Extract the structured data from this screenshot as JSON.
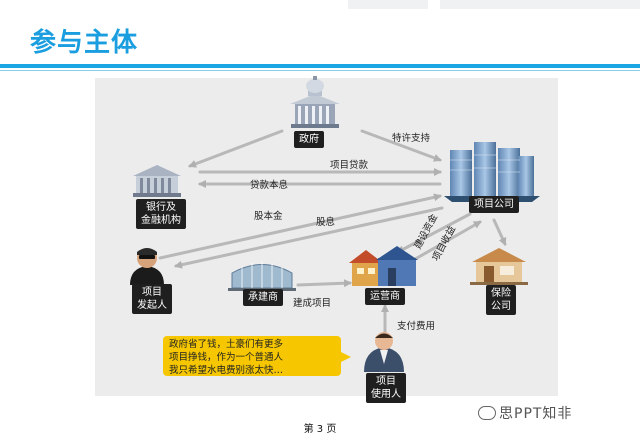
{
  "title": "参与主体",
  "nodes": {
    "government": "政府",
    "bank": "银行及\n金融机构",
    "project_company": "项目公司",
    "sponsor": "项目\n发起人",
    "contractor": "承建商",
    "operator": "运营商",
    "insurance": "保险\n公司",
    "user": "项目\n使用人"
  },
  "edges": {
    "franchise": "特许支持",
    "loan": "项目贷款",
    "repay": "贷款本息",
    "equity": "股本金",
    "dividend": "股息",
    "construction_fund": "建设资金",
    "project_revenue": "项目收益",
    "build_project": "建成项目",
    "pay_fee": "支付费用"
  },
  "speech": "政府省了钱，土豪们有更多\n项目挣钱，作为一个普通人\n我只希望水电费别涨太快…",
  "footer": {
    "page": "第 3 页",
    "watermark": "思PPT知非"
  },
  "colors": {
    "accent": "#1a9ee0",
    "arrow": "#b5b5b5",
    "label_bg": "#1f1f1f",
    "speech_bg": "#f6c700"
  }
}
